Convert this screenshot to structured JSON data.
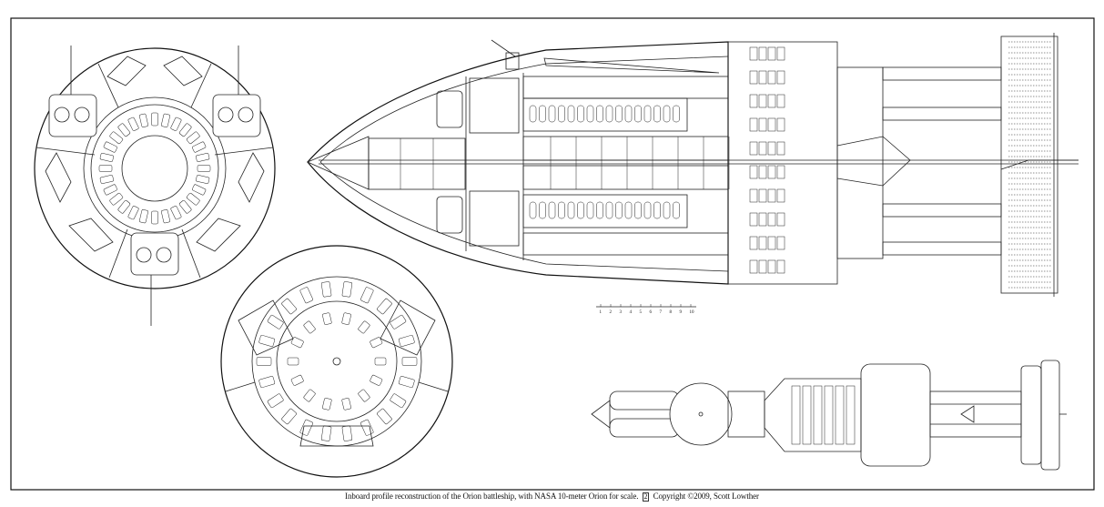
{
  "caption": {
    "text": "Inboard profile reconstruction of the Orion battleship, with NASA 10-meter Orion for scale.",
    "mark": "2",
    "copyright": "Copyright ©2009, Scott Lowther"
  },
  "scale_bar": {
    "ticks": [
      "1",
      "2",
      "3",
      "4",
      "5",
      "6",
      "7",
      "8",
      "9",
      "10"
    ]
  }
}
